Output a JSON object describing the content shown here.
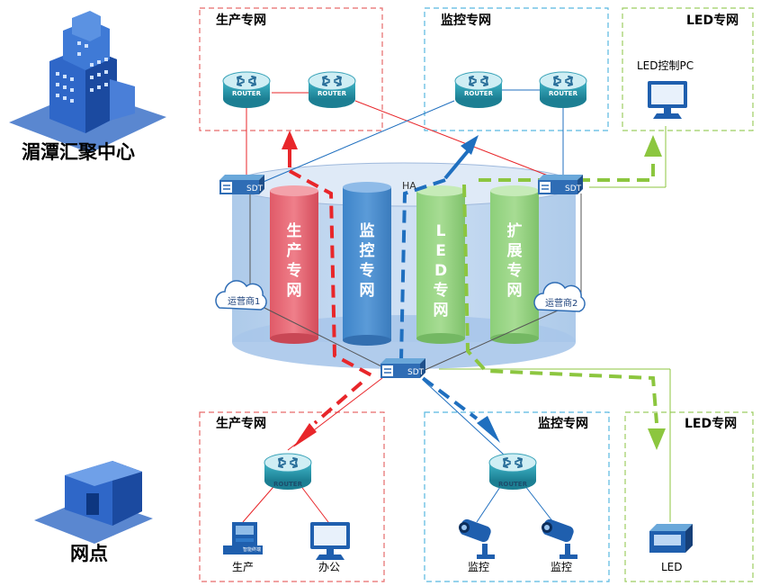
{
  "center": {
    "title": "湄潭汇聚中心"
  },
  "branch": {
    "title": "网点"
  },
  "top": {
    "prod_title": "生产专网",
    "mon_title": "监控专网",
    "led_title": "LED专网",
    "led_pc_label": "LED控制PC",
    "router_label": "ROUTER"
  },
  "core": {
    "sdt_label": "SDT",
    "ha_label": "HA",
    "carrier1": "运营商1",
    "carrier2": "运营商2",
    "pillars": {
      "prod": [
        "生",
        "产",
        "专",
        "网"
      ],
      "mon": [
        "监",
        "控",
        "专",
        "网"
      ],
      "led": [
        "L",
        "E",
        "D",
        "专",
        "网"
      ],
      "ext": [
        "扩",
        "展",
        "专",
        "网"
      ]
    }
  },
  "bottom": {
    "prod_title": "生产专网",
    "mon_title": "监控专网",
    "led_title": "LED专网",
    "router_label": "ROUTER",
    "terminal_label": "生产",
    "office_label": "办公",
    "cam1_label": "监控",
    "cam2_label": "监控",
    "led_label": "LED",
    "terminal_screen": "智能终端"
  },
  "colors": {
    "red": "#e8262a",
    "blue": "#1f6fbf",
    "green": "#8cc63f",
    "router_top": "#bfe6ee",
    "router_body": "#2b9bb0"
  }
}
